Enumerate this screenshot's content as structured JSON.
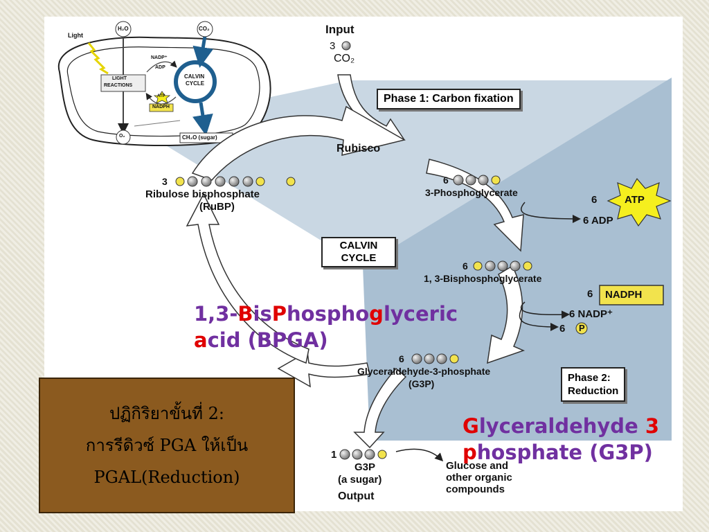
{
  "chloroplast": {
    "light": "Light",
    "h2o": "H₂O",
    "co2": "CO₂",
    "nadp_plus": "NADP⁺",
    "adp": "ADP",
    "light_reactions_1": "LIGHT",
    "light_reactions_2": "REACTIONS",
    "calvin_1": "CALVIN",
    "calvin_2": "CYCLE",
    "atp": "ATP",
    "nadph": "NADPH",
    "o2": "O₂",
    "sugar": "CH₂O (sugar)"
  },
  "input": {
    "title": "Input",
    "count": "3",
    "molecule": "CO₂"
  },
  "phase1": "Phase 1: Carbon fixation",
  "rubisco": "Rubisco",
  "rubp": {
    "count": "3",
    "name": "Ribulose bisphosphate",
    "abbr": "(RuBP)"
  },
  "pga": {
    "count": "6",
    "name": "3-Phosphoglycerate"
  },
  "atp_side": {
    "count": "6",
    "label": "ATP",
    "adp": "6 ADP"
  },
  "calvin_box": {
    "line1": "CALVIN",
    "line2": "CYCLE"
  },
  "bpg": {
    "count": "6",
    "name": "1, 3-Bisphosphoglycerate"
  },
  "nadph_side": {
    "count": "6",
    "label": "NADPH",
    "nadp": "6 NADP⁺",
    "pi_count": "6"
  },
  "g3p_mid": {
    "count": "6",
    "name": "Glyceraldehyde-3-phosphate",
    "abbr": "(G3P)"
  },
  "phase2": {
    "line1": "Phase 2:",
    "line2": "Reduction"
  },
  "output": {
    "count": "1",
    "name": "G3P",
    "sub": "(a sugar)",
    "title": "Output",
    "glucose_1": "Glucose and",
    "glucose_2": "other organic",
    "glucose_3": "compounds"
  },
  "overlay_bpga": {
    "p1": "1,3-",
    "p2": "B",
    "p3": "is",
    "p4": "P",
    "p5": "hospho",
    "p6": "g",
    "p7": "lyceric",
    "p8": "a",
    "p9": "cid  (BPGA)"
  },
  "overlay_g3p": {
    "p1": "G",
    "p2": "lyceraldehyde ",
    "p3": "3",
    "p4": "p",
    "p5": "hosphate (G3P)"
  },
  "thai": {
    "line1": "ปฏิกิริยาขั้นที่ 2:",
    "line2": "การรีดิวซ์ PGA ให้เป็น",
    "line3": "PGAL(Reduction)"
  },
  "colors": {
    "atp_star": "#f5ef1e",
    "nadph_box": "#f2e34d",
    "blue_panel": "#a9bfd2",
    "light_panel": "#c9d7e3",
    "thai_box": "#8b5a1f",
    "overlay_text": "#7030a0",
    "overlay_red": "#e00000"
  }
}
